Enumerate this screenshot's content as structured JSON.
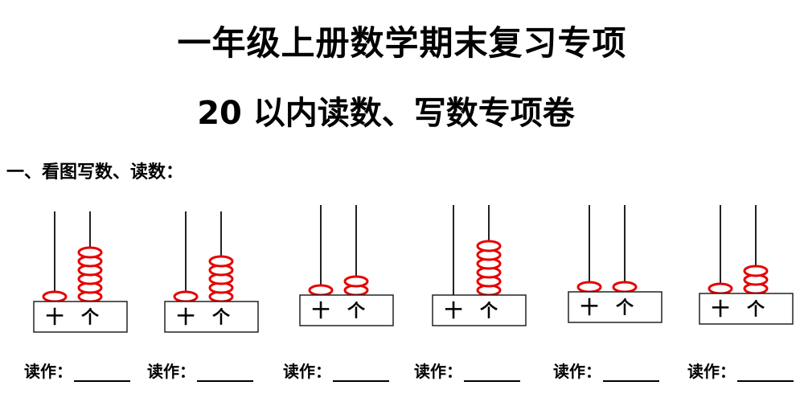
{
  "title": "一年级上册数学期末复习专项",
  "subtitle": "20 以内读数、写数专项卷",
  "section_heading": "一、看图写数、读数：",
  "bead_color": "#e60000",
  "abaci": [
    {
      "tens": 1,
      "ones": 6,
      "tens_label": "十",
      "ones_label": "个",
      "read_label": "读作："
    },
    {
      "tens": 1,
      "ones": 5,
      "tens_label": "十",
      "ones_label": "个",
      "read_label": "读作："
    },
    {
      "tens": 1,
      "ones": 2,
      "tens_label": "十",
      "ones_label": "个",
      "read_label": "读作："
    },
    {
      "tens": 0,
      "ones": 6,
      "tens_label": "十",
      "ones_label": "个",
      "read_label": "读作："
    },
    {
      "tens": 1,
      "ones": 1,
      "tens_label": "十",
      "ones_label": "个",
      "read_label": "读作："
    },
    {
      "tens": 1,
      "ones": 3,
      "tens_label": "十",
      "ones_label": "个",
      "read_label": "读作："
    }
  ]
}
